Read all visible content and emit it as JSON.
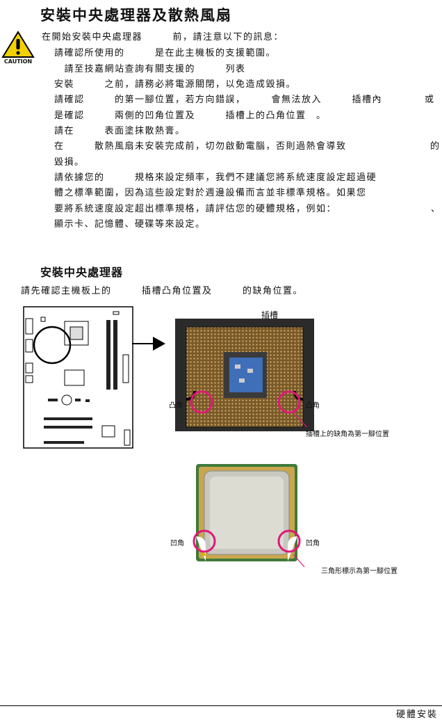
{
  "section_title": "安裝中央處理器及散熱風扇",
  "caution_label": "CAUTION",
  "caution_lines": [
    "在開始安裝中央處理器　　　前，請注意以下的訊息：",
    "請確認所使用的　　　是在此主機板的支援範圍。",
    "　請至技嘉網站查詢有關支援的　　　列表",
    "安裝　　　之前，請務必將電源關閉，以免造成毀損。",
    "請確認　　　的第一腳位置，若方向錯誤，　　　會無法放入　　　插槽內",
    "或",
    "是確認　　　兩側的凹角位置及　　　插槽上的凸角位置　。",
    "請在　　　表面塗抹散熱膏。",
    "在　　　散熱風扇未安裝完成前，切勿啟動電腦，否則過熱會導致　　　",
    "的",
    "毀損。",
    "請依據您的　　　規格來設定頻率，我們不建議您將系統速度設定超過硬",
    "體之標準範圍，因為這些設定對於週邊設備而言並非標準規格。如果您",
    "要將系統速度設定超出標準規格，請評估您的硬體規格，例如：",
    "、",
    "顯示卡、記憶體、硬碟等來設定。"
  ],
  "subsection_title": "安裝中央處理器",
  "intro_line": "請先確認主機板上的　　　插槽凸角位置及　　　的缺角位置。",
  "socket_labels": {
    "top": "插槽",
    "left_notch": "凸角",
    "right_notch": "凸角",
    "pin1_note": "插槽上的缺角為第一腳位置"
  },
  "cpu_labels": {
    "left_notch": "凹角",
    "right_notch": "凹角",
    "pin1_note": "三角形標示為第一腳位置"
  },
  "footer": "硬體安裝"
}
